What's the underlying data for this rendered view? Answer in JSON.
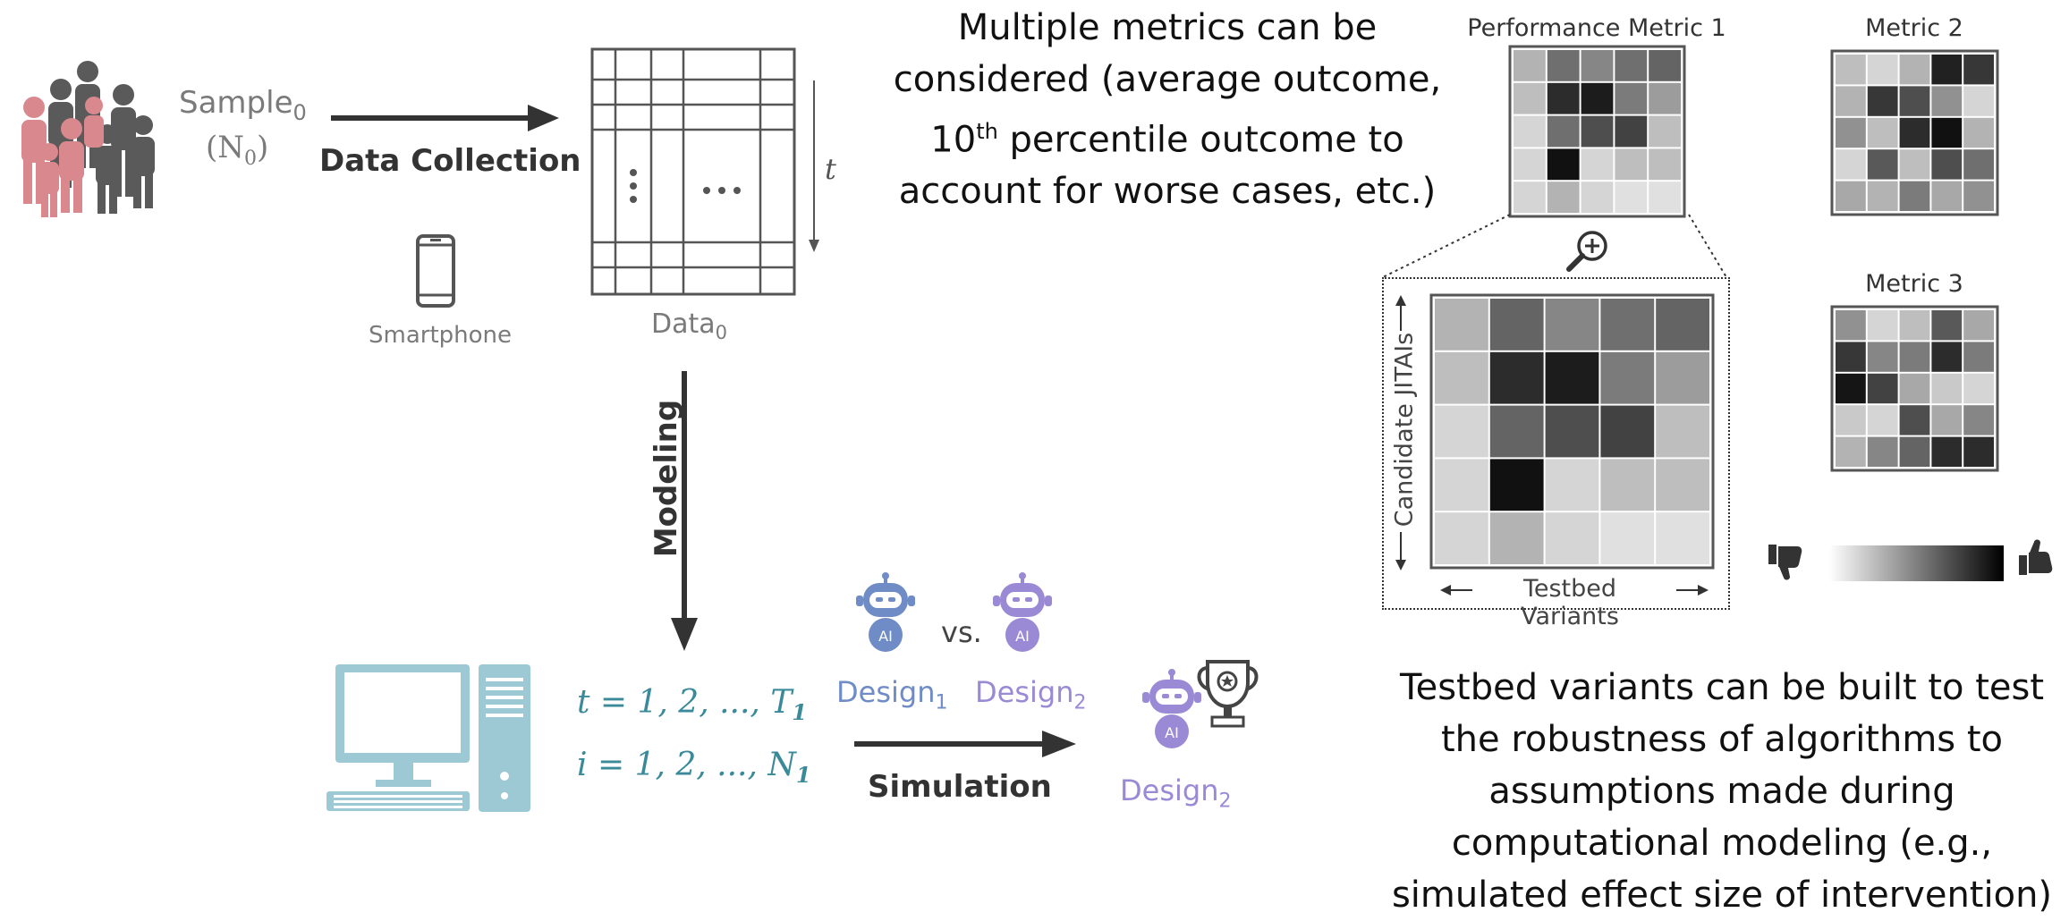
{
  "sample": {
    "label": "Sample",
    "subscript": "0",
    "n_label": "(N",
    "n_sub": "0",
    "n_close": ")"
  },
  "data_collection": {
    "label": "Data Collection"
  },
  "smartphone": {
    "label": "Smartphone"
  },
  "data_table": {
    "label": "Data",
    "subscript": "0",
    "t_label": "t",
    "ellipsis": "⋯"
  },
  "modeling": {
    "label": "Modeling"
  },
  "computer": {
    "t_line": "t = 1, 2, ..., T",
    "t_sub": "1",
    "i_line": "i = 1, 2, ..., N",
    "i_sub": "1",
    "colors": {
      "computer": "#9cc9d3",
      "math": "#3a8a9a"
    }
  },
  "designs": {
    "design1": {
      "label": "Design",
      "sub": "1",
      "color": "#6f8cc6"
    },
    "vs": "vs.",
    "design2": {
      "label": "Design",
      "sub": "2",
      "color": "#9a8ad6"
    },
    "winner": {
      "label": "Design",
      "sub": "2",
      "color": "#9a8ad6"
    },
    "ai_text": "AI"
  },
  "simulation": {
    "label": "Simulation"
  },
  "metrics_note": {
    "line1": "Multiple metrics can be",
    "line2": "considered (average outcome,",
    "line3_pre": "10",
    "line3_sup": "th",
    "line3_post": " percentile outcome to",
    "line4": "account for worse cases, etc.)"
  },
  "testbed_note": {
    "line1": "Testbed variants can be built to test",
    "line2": "the robustness of algorithms to",
    "line3": "assumptions made during",
    "line4": "computational modeling (e.g.,",
    "line5": "simulated effect size of intervention)"
  },
  "heatmaps": {
    "metric1": {
      "title": "Performance Metric 1",
      "cells": [
        [
          0.25,
          0.55,
          0.45,
          0.55,
          0.6
        ],
        [
          0.2,
          0.85,
          0.92,
          0.5,
          0.35
        ],
        [
          0.1,
          0.55,
          0.7,
          0.75,
          0.2
        ],
        [
          0.1,
          0.97,
          0.1,
          0.2,
          0.2
        ],
        [
          0.1,
          0.25,
          0.1,
          0.05,
          0.05
        ]
      ]
    },
    "metric2": {
      "title": "Metric 2",
      "cells": [
        [
          0.2,
          0.1,
          0.25,
          0.9,
          0.8
        ],
        [
          0.25,
          0.8,
          0.7,
          0.4,
          0.1
        ],
        [
          0.4,
          0.2,
          0.85,
          0.97,
          0.25
        ],
        [
          0.1,
          0.65,
          0.2,
          0.7,
          0.55
        ],
        [
          0.3,
          0.25,
          0.5,
          0.3,
          0.4
        ]
      ]
    },
    "metric3": {
      "title": "Metric 3",
      "cells": [
        [
          0.4,
          0.1,
          0.2,
          0.65,
          0.3
        ],
        [
          0.8,
          0.45,
          0.5,
          0.85,
          0.5
        ],
        [
          0.95,
          0.75,
          0.3,
          0.15,
          0.1
        ],
        [
          0.15,
          0.1,
          0.7,
          0.3,
          0.45
        ],
        [
          0.25,
          0.45,
          0.6,
          0.85,
          0.85
        ]
      ]
    },
    "zoom": {
      "y_label": "Candidate JITAIs",
      "x_label": "Testbed Variants",
      "cells": [
        [
          0.25,
          0.6,
          0.45,
          0.55,
          0.6
        ],
        [
          0.2,
          0.85,
          0.92,
          0.5,
          0.35
        ],
        [
          0.1,
          0.6,
          0.7,
          0.75,
          0.2
        ],
        [
          0.1,
          0.97,
          0.1,
          0.2,
          0.2
        ],
        [
          0.1,
          0.25,
          0.1,
          0.05,
          0.05
        ]
      ]
    },
    "scale": {
      "low_icon": "thumbs-down-icon",
      "high_icon": "thumbs-up-icon"
    }
  }
}
